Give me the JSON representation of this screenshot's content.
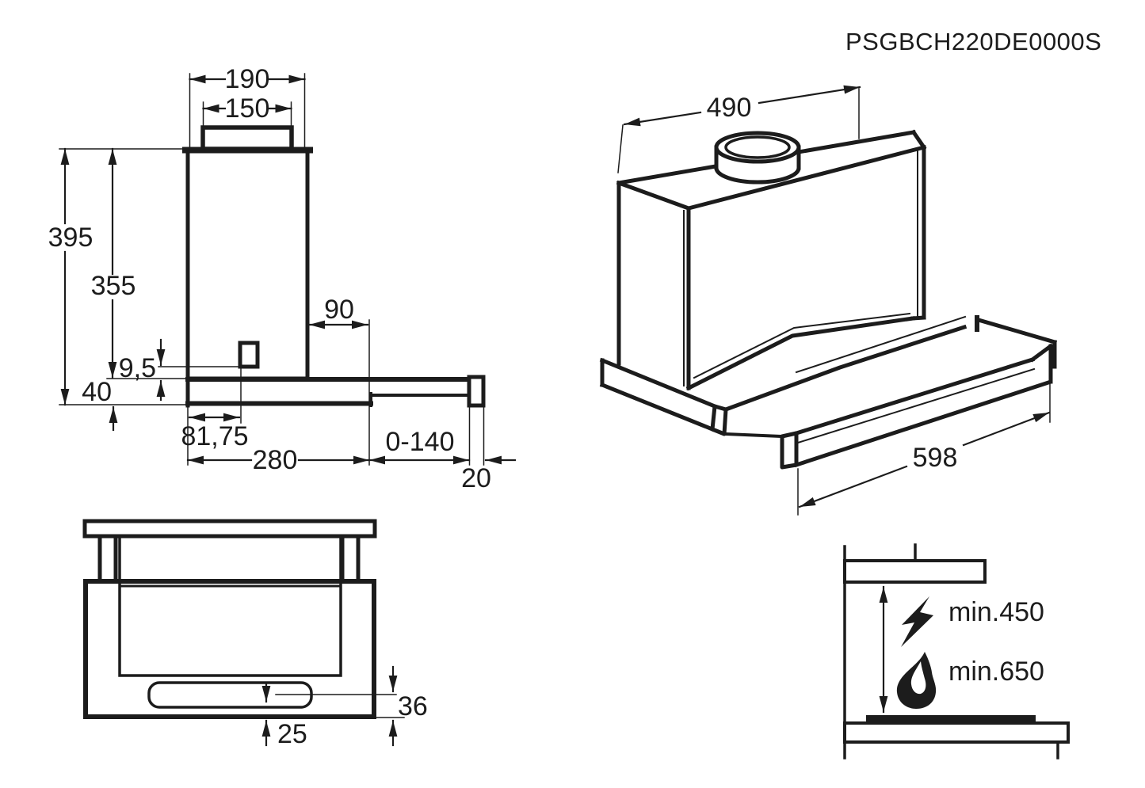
{
  "title": "PSGBCH220DE0000S",
  "colors": {
    "ink": "#1c1c1c",
    "background": "#ffffff"
  },
  "side_view": {
    "width_top": "190",
    "duct_width": "150",
    "height_total": "395",
    "height_body": "355",
    "rear_offset": "90",
    "slot_gap": "9,5",
    "rail_height": "40",
    "slot_position": "81,75",
    "fixed_depth": "280",
    "pullout_range": "0-140",
    "handle_depth": "20"
  },
  "iso_view": {
    "depth": "490",
    "width": "598"
  },
  "plan_view": {
    "slot_to_front": "36",
    "slot_offset": "25"
  },
  "clearance_view": {
    "electric_min": "min.450",
    "gas_min": "min.650"
  }
}
